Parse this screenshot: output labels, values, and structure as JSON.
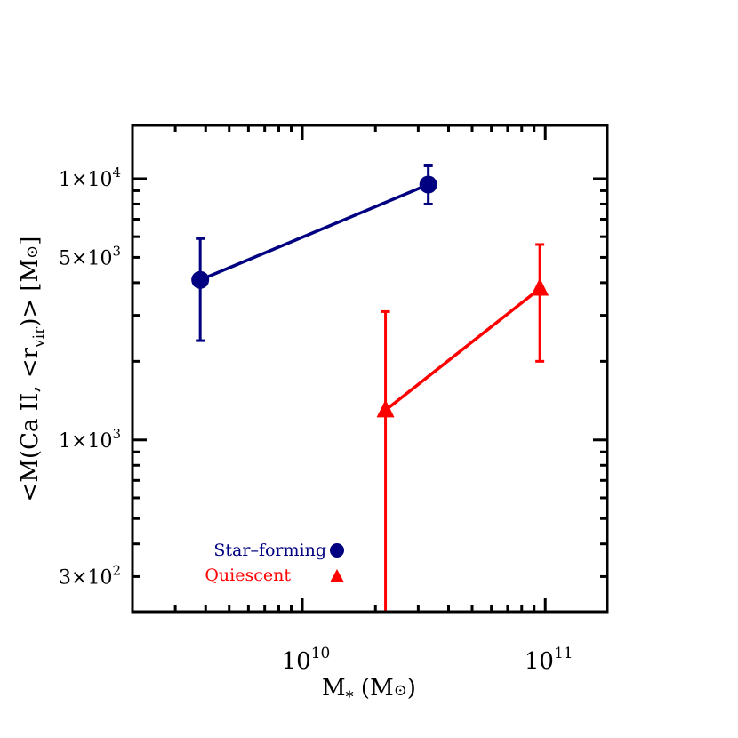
{
  "chart_data": {
    "type": "scatter",
    "xscale": "log",
    "yscale": "log",
    "xlim": [
      2000000000.0,
      180000000000.0
    ],
    "ylim": [
      220,
      16000
    ],
    "xlabel": {
      "main": "M",
      "sub": "*",
      "paren_open": " (M",
      "sun": "⊙",
      "paren_close": ")"
    },
    "ylabel": {
      "start": "<M(Ca II, <r",
      "sub": "vir",
      "end": ")> [M",
      "sun": "⊙",
      "close": "]"
    },
    "xticks": [
      {
        "value": 10000000000.0,
        "base": "10",
        "exp": "10"
      },
      {
        "value": 100000000000.0,
        "base": "10",
        "exp": "11"
      }
    ],
    "yticks": [
      {
        "value": 10000,
        "mant": "1×10",
        "exp": "4"
      },
      {
        "value": 5000,
        "mant": "5×10",
        "exp": "3"
      },
      {
        "value": 1000,
        "mant": "1×10",
        "exp": "3"
      },
      {
        "value": 300,
        "mant": "3×10",
        "exp": "2"
      }
    ],
    "series": [
      {
        "name": "Star–forming",
        "marker": "circle",
        "color": "#000080",
        "points": [
          {
            "x": 3800000000.0,
            "y": 4100,
            "ylow": 2400,
            "yhigh": 5900
          },
          {
            "x": 33000000000.0,
            "y": 9500,
            "ylow": 8000,
            "yhigh": 11200
          }
        ]
      },
      {
        "name": "Quiescent",
        "marker": "triangle",
        "color": "#ff0000",
        "points": [
          {
            "x": 22000000000.0,
            "y": 1300,
            "ylow": 220,
            "yhigh": 3100
          },
          {
            "x": 95000000000.0,
            "y": 3800,
            "ylow": 2000,
            "yhigh": 5600
          }
        ]
      }
    ]
  }
}
